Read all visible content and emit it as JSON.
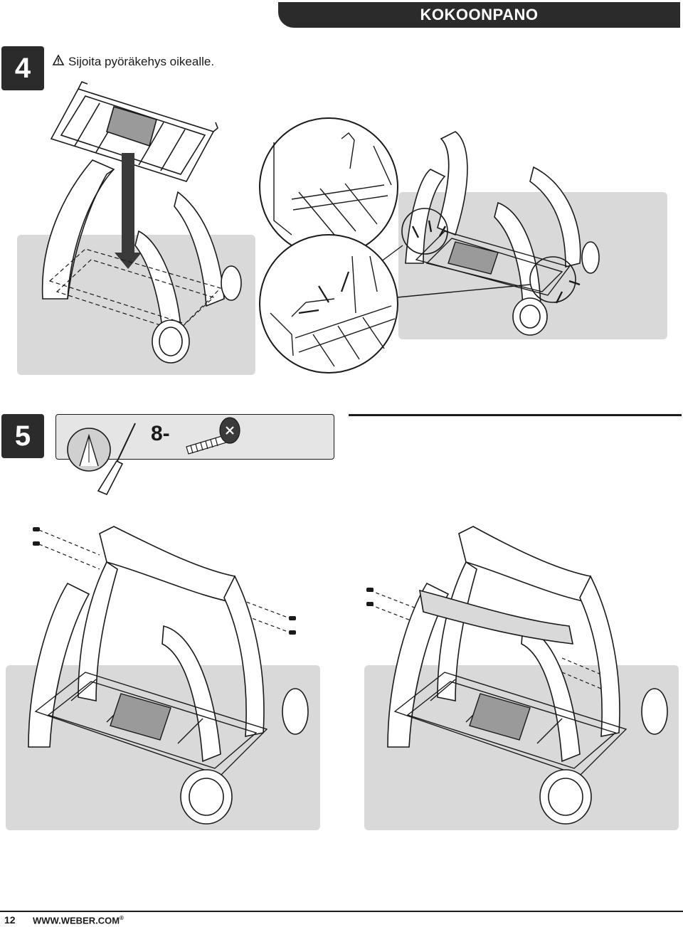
{
  "header": {
    "title": "KOKOONPANO"
  },
  "step4": {
    "number": "4",
    "warning_icon": "warning-triangle-icon",
    "instruction": "Sijoita pyöräkehys oikealle."
  },
  "step5": {
    "number": "5",
    "tool_icon": "phillips-screwdriver-icon",
    "part_icon": "screw-icon",
    "quantity": "8-"
  },
  "footer": {
    "page_number": "12",
    "website": "WWW.WEBER.COM",
    "registered_mark": "®"
  }
}
